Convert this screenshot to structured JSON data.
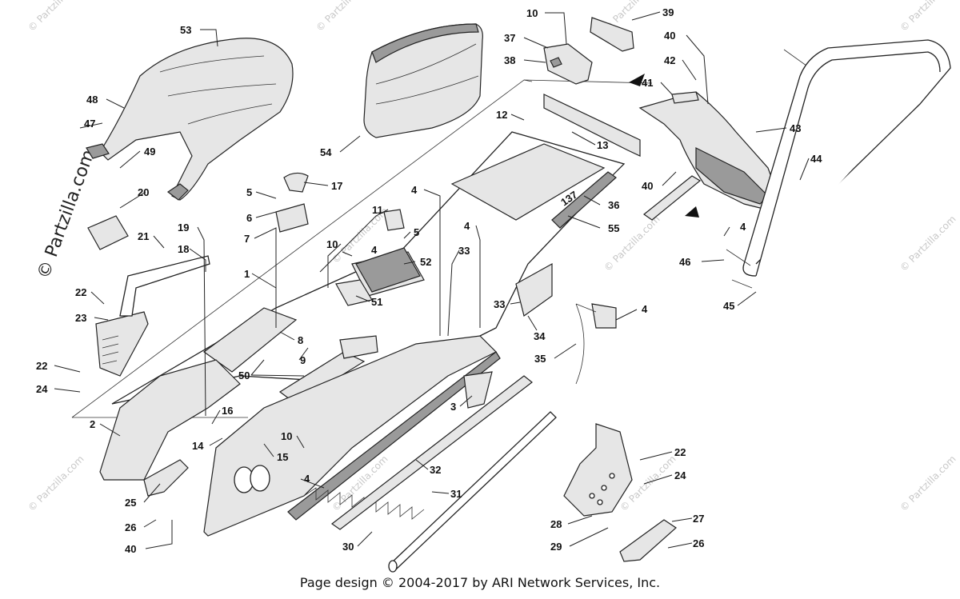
{
  "watermark": {
    "brand": "© Partzilla.com"
  },
  "footer": {
    "copyright": "Page design © 2004-2017 by ARI Network Services, Inc."
  },
  "callouts": [
    {
      "id": "c53",
      "label": "53"
    },
    {
      "id": "c48",
      "label": "48"
    },
    {
      "id": "c47",
      "label": "47"
    },
    {
      "id": "c49",
      "label": "49"
    },
    {
      "id": "c54",
      "label": "54"
    },
    {
      "id": "c10a",
      "label": "10"
    },
    {
      "id": "c37",
      "label": "37"
    },
    {
      "id": "c38",
      "label": "38"
    },
    {
      "id": "c39",
      "label": "39"
    },
    {
      "id": "c40a",
      "label": "40"
    },
    {
      "id": "c42",
      "label": "42"
    },
    {
      "id": "c41",
      "label": "41"
    },
    {
      "id": "c43",
      "label": "43"
    },
    {
      "id": "c44",
      "label": "44"
    },
    {
      "id": "c40b",
      "label": "40"
    },
    {
      "id": "c12",
      "label": "12"
    },
    {
      "id": "c13",
      "label": "13"
    },
    {
      "id": "c36",
      "label": "36"
    },
    {
      "id": "c55",
      "label": "55"
    },
    {
      "id": "c4a",
      "label": "4"
    },
    {
      "id": "c4b",
      "label": "4"
    },
    {
      "id": "c4c",
      "label": "4"
    },
    {
      "id": "c4d",
      "label": "4"
    },
    {
      "id": "c4e",
      "label": "4"
    },
    {
      "id": "c4f",
      "label": "4"
    },
    {
      "id": "c46",
      "label": "46"
    },
    {
      "id": "c45",
      "label": "45"
    },
    {
      "id": "c17",
      "label": "17"
    },
    {
      "id": "c5a",
      "label": "5"
    },
    {
      "id": "c6",
      "label": "6"
    },
    {
      "id": "c7",
      "label": "7"
    },
    {
      "id": "c11",
      "label": "11"
    },
    {
      "id": "c5b",
      "label": "5"
    },
    {
      "id": "c10b",
      "label": "10"
    },
    {
      "id": "c52",
      "label": "52"
    },
    {
      "id": "c51",
      "label": "51"
    },
    {
      "id": "c33a",
      "label": "33"
    },
    {
      "id": "c33b",
      "label": "33"
    },
    {
      "id": "c34",
      "label": "34"
    },
    {
      "id": "c35",
      "label": "35"
    },
    {
      "id": "c20",
      "label": "20"
    },
    {
      "id": "c19",
      "label": "19"
    },
    {
      "id": "c21",
      "label": "21"
    },
    {
      "id": "c18",
      "label": "18"
    },
    {
      "id": "c1",
      "label": "1"
    },
    {
      "id": "c22a",
      "label": "22"
    },
    {
      "id": "c23",
      "label": "23"
    },
    {
      "id": "c22b",
      "label": "22"
    },
    {
      "id": "c24a",
      "label": "24"
    },
    {
      "id": "c8",
      "label": "8"
    },
    {
      "id": "c9",
      "label": "9"
    },
    {
      "id": "c50",
      "label": "50"
    },
    {
      "id": "c2",
      "label": "2"
    },
    {
      "id": "c16",
      "label": "16"
    },
    {
      "id": "c14",
      "label": "14"
    },
    {
      "id": "c10c",
      "label": "10"
    },
    {
      "id": "c15",
      "label": "15"
    },
    {
      "id": "c3",
      "label": "3"
    },
    {
      "id": "c32",
      "label": "32"
    },
    {
      "id": "c31",
      "label": "31"
    },
    {
      "id": "c30",
      "label": "30"
    },
    {
      "id": "c25",
      "label": "25"
    },
    {
      "id": "c26a",
      "label": "26"
    },
    {
      "id": "c40c",
      "label": "40"
    },
    {
      "id": "c22c",
      "label": "22"
    },
    {
      "id": "c24b",
      "label": "24"
    },
    {
      "id": "c28",
      "label": "28"
    },
    {
      "id": "c29",
      "label": "29"
    },
    {
      "id": "c27",
      "label": "27"
    },
    {
      "id": "c26b",
      "label": "26"
    }
  ]
}
